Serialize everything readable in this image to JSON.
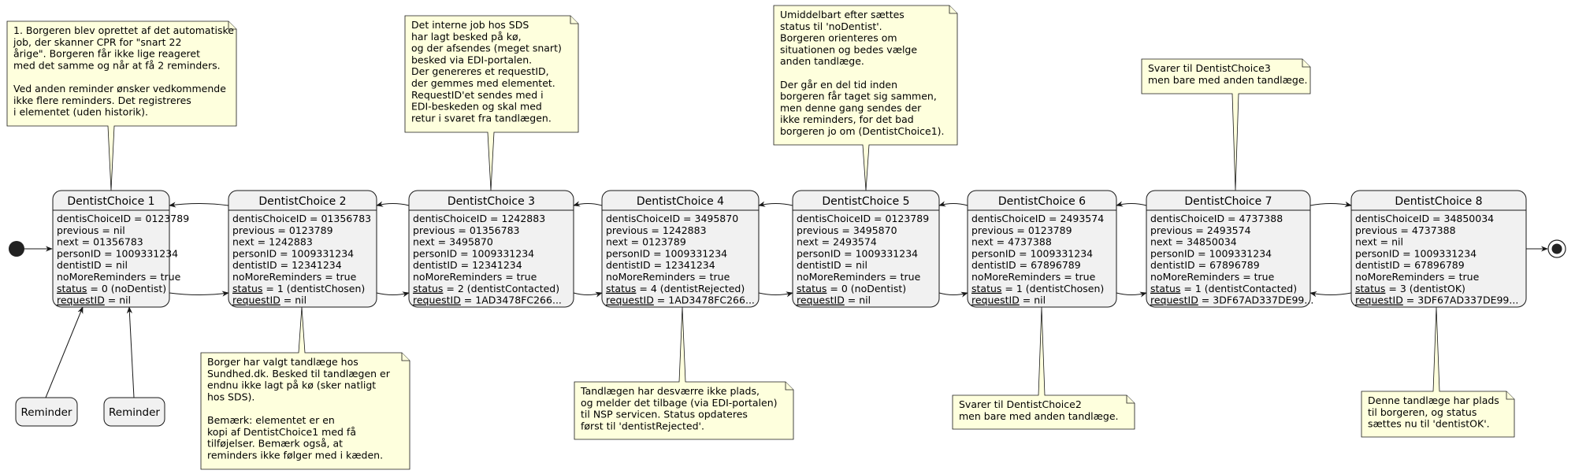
{
  "states": [
    {
      "title": "DentistChoice 1",
      "lines": [
        "dentisChoiceID = 0123789",
        "previous = nil",
        "next = 01356783",
        "personID = 1009331234",
        "dentistID = nil",
        "noMoreReminders = true"
      ],
      "status_key": "status",
      "status_val": " = 0 (noDentist)",
      "request_key": "requestID",
      "request_val": " = nil"
    },
    {
      "title": "DentistChoice 2",
      "lines": [
        "dentisChoiceID = 01356783",
        "previous = 0123789",
        "next = 1242883",
        "personID = 1009331234",
        "dentistID = 12341234",
        "noMoreReminders = true"
      ],
      "status_key": "status",
      "status_val": " = 1 (dentistChosen)",
      "request_key": "requestID",
      "request_val": " = nil"
    },
    {
      "title": "DentistChoice 3",
      "lines": [
        "dentisChoiceID = 1242883",
        "previous = 01356783",
        "next = 3495870",
        "personID = 1009331234",
        "dentistID = 12341234",
        "noMoreReminders = true"
      ],
      "status_key": "status",
      "status_val": " = 2 (dentistContacted)",
      "request_key": "requestID",
      "request_val": " = 1AD3478FC266..."
    },
    {
      "title": "DentistChoice 4",
      "lines": [
        "dentisChoiceID = 3495870",
        "previous = 1242883",
        "next = 0123789",
        "personID = 1009331234",
        "dentistID = 12341234",
        "noMoreReminders = true"
      ],
      "status_key": "status",
      "status_val": " = 4 (dentistRejected)",
      "request_key": "requestID",
      "request_val": " = 1AD3478FC266..."
    },
    {
      "title": "DentistChoice 5",
      "lines": [
        "dentisChoiceID = 0123789",
        "previous = 3495870",
        "next = 2493574",
        "personID = 1009331234",
        "dentistID = nil",
        "noMoreReminders = true"
      ],
      "status_key": "status",
      "status_val": " = 0 (noDentist)",
      "request_key": "requestID",
      "request_val": " = nil"
    },
    {
      "title": "DentistChoice 6",
      "lines": [
        "dentisChoiceID = 2493574",
        "previous = 0123789",
        "next = 4737388",
        "personID = 1009331234",
        "dentistID = 67896789",
        "noMoreReminders = true"
      ],
      "status_key": "status",
      "status_val": " = 1 (dentistChosen)",
      "request_key": "requestID",
      "request_val": " = nil"
    },
    {
      "title": "DentistChoice 7",
      "lines": [
        "dentisChoiceID = 4737388",
        "previous = 2493574",
        "next = 34850034",
        "personID = 1009331234",
        "dentistID = 67896789",
        "noMoreReminders = true"
      ],
      "status_key": "status",
      "status_val": " = 1 (dentistContacted)",
      "request_key": "requestID",
      "request_val": " = 3DF67AD337DE99..."
    },
    {
      "title": "DentistChoice 8",
      "lines": [
        "dentisChoiceID = 34850034",
        "previous = 4737388",
        "next = nil",
        "personID = 1009331234",
        "dentistID = 67896789",
        "noMoreReminders = true"
      ],
      "status_key": "status",
      "status_val": " = 3 (dentistOK)",
      "request_key": "requestID",
      "request_val": " = 3DF67AD337DE99..."
    }
  ],
  "reminders": [
    "Reminder",
    "Reminder"
  ],
  "notes": [
    {
      "lines": [
        "1. Borgeren blev oprettet af det automatiske",
        "job, der skanner CPR for \"snart 22",
        "årige\". Borgeren får ikke lige reageret",
        "med det samme og når at få 2 reminders.",
        "",
        "Ved anden reminder ønsker vedkommende",
        "ikke flere reminders. Det registreres",
        "i elementet (uden historik)."
      ]
    },
    {
      "lines": [
        "Det interne job hos SDS",
        "har lagt besked på kø,",
        "og der afsendes (meget snart)",
        "besked via EDI-portalen.",
        "Der genereres et requestID,",
        "der gemmes med elementet.",
        "RequestID'et sendes med i",
        "EDI-beskeden og skal med",
        "retur i svaret fra tandlægen."
      ]
    },
    {
      "lines": [
        "Umiddelbart efter sættes",
        "status til 'noDentist'.",
        "Borgeren orienteres om",
        "situationen og bedes vælge",
        "anden tandlæge.",
        "",
        "Der går en del tid inden",
        "borgeren får taget sig sammen,",
        "men denne gang sendes der",
        "ikke reminders, for det bad",
        "borgeren jo om (DentistChoice1)."
      ]
    },
    {
      "lines": [
        "Svarer til DentistChoice3",
        "men bare med anden tandlæge."
      ]
    },
    {
      "lines": [
        "Borger har valgt tandlæge hos",
        "Sundhed.dk. Besked til tandlægen er",
        "endnu ikke lagt på kø (sker natligt",
        "hos SDS).",
        "",
        "Bemærk: elementet er en",
        "kopi af DentistChoice1 med få",
        "tilføjelser. Bemærk også, at",
        "reminders ikke følger med i kæden."
      ]
    },
    {
      "lines": [
        "Tandlægen har desværre ikke plads,",
        "og melder det tilbage (via EDI-portalen)",
        "til NSP servicen. Status opdateres",
        "først til 'dentistRejected'."
      ]
    },
    {
      "lines": [
        "Svarer til DentistChoice2",
        "men bare med anden tandlæge."
      ]
    },
    {
      "lines": [
        "Denne tandlæge har plads",
        "til borgeren, og status",
        "sættes nu til 'dentistOK'."
      ]
    }
  ]
}
